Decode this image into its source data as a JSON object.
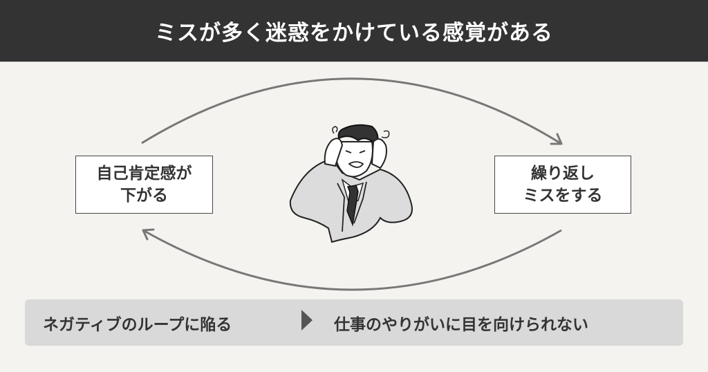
{
  "header": {
    "title": "ミスが多く迷惑をかけている感覚がある",
    "background": "#333333",
    "text_color": "#ffffff"
  },
  "cycle": {
    "left_box": {
      "line1": "自己肯定感が",
      "line2": "下がる"
    },
    "right_box": {
      "line1": "繰り返し",
      "line2": "ミスをする"
    },
    "top_arrow": {
      "direction": "left-to-right",
      "color": "#777777"
    },
    "bottom_arrow": {
      "direction": "right-to-left",
      "color": "#777777"
    },
    "center_illustration": "stressed-businessman-holding-head"
  },
  "banner": {
    "cause": "ネガティブのループに陥る",
    "arrow_icon": "triangle-right-icon",
    "result": "仕事のやりがいに目を向けられない",
    "background": "#d9d9d9"
  },
  "colors": {
    "page_background": "#f4f3ef",
    "text": "#333333",
    "arrow": "#777777"
  }
}
